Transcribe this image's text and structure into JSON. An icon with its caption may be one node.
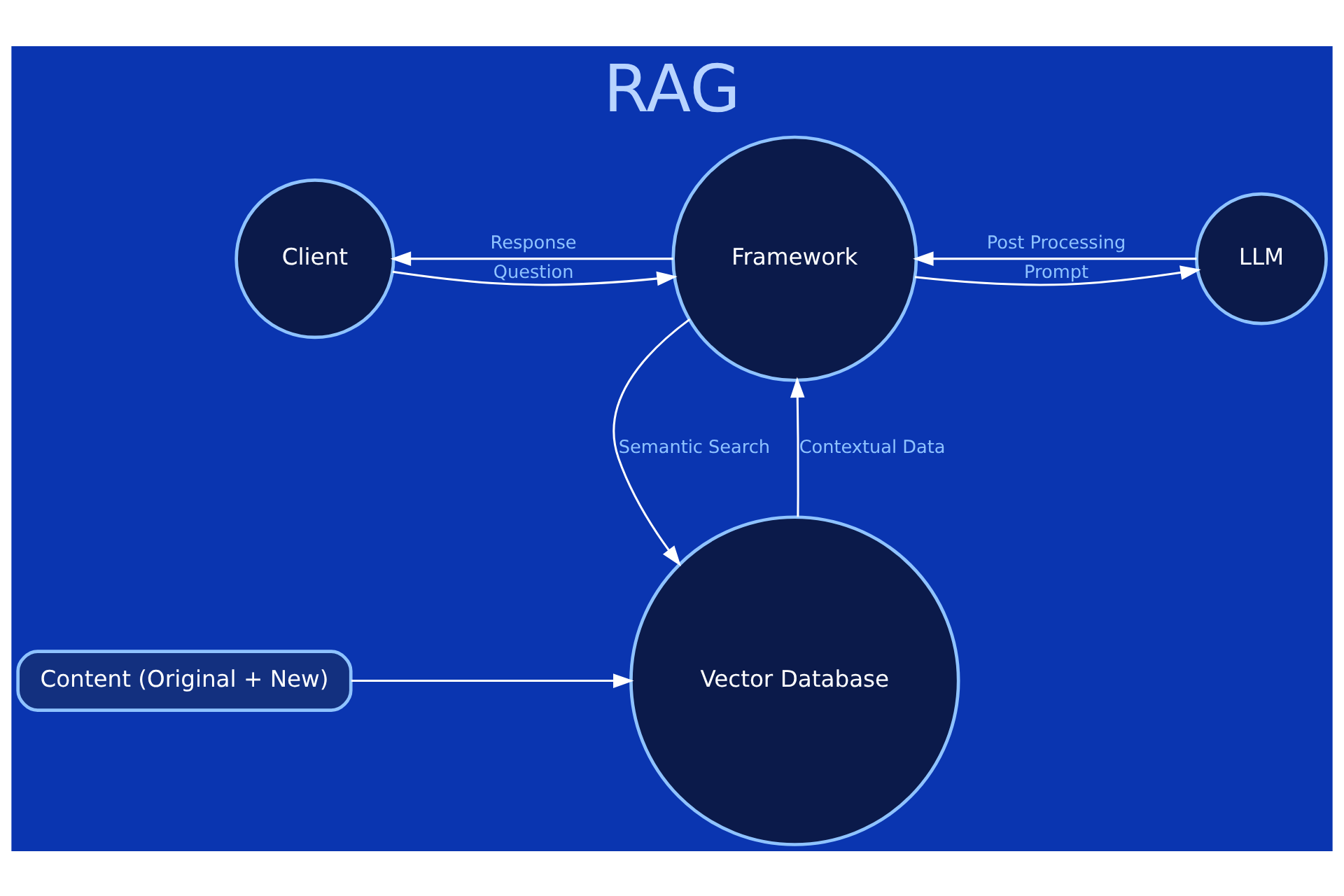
{
  "diagram": {
    "title": "RAG",
    "nodes": [
      {
        "text": [
          "Client"
        ]
      },
      {
        "text": [
          "Framework"
        ]
      },
      {
        "text": [
          "LLM"
        ]
      },
      {
        "text": [
          "Vector Database"
        ]
      },
      {
        "text": [
          "Content (Original + New)"
        ]
      }
    ],
    "edges": [
      {
        "from": 1,
        "to": 0,
        "arrow": "to",
        "label": "Response"
      },
      {
        "from": 0,
        "to": 1,
        "arrow": "to",
        "label": "Question"
      },
      {
        "from": 2,
        "to": 1,
        "arrow": "to",
        "label": "Post Processing"
      },
      {
        "from": 1,
        "to": 2,
        "arrow": "to",
        "label": "Prompt"
      },
      {
        "from": 1,
        "to": 3,
        "arrow": "to",
        "label": "Semantic Search"
      },
      {
        "from": 3,
        "to": 1,
        "arrow": "to",
        "label": "Contextual Data"
      },
      {
        "from": 4,
        "to": 3,
        "arrow": "to"
      }
    ]
  }
}
